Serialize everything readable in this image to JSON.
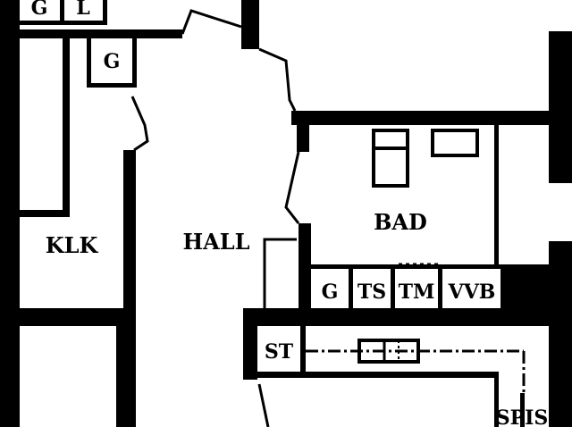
{
  "colors": {
    "wall": "#000000",
    "background": "#ffffff"
  },
  "labels": {
    "g_top": "G",
    "l_top": "L",
    "g_mid": "G",
    "klk": "KLK",
    "hall": "HALL",
    "bad": "BAD",
    "g_bath": "G",
    "ts": "TS",
    "tm": "TM",
    "vvb": "VVB",
    "st": "ST",
    "spis": "SPIS"
  }
}
